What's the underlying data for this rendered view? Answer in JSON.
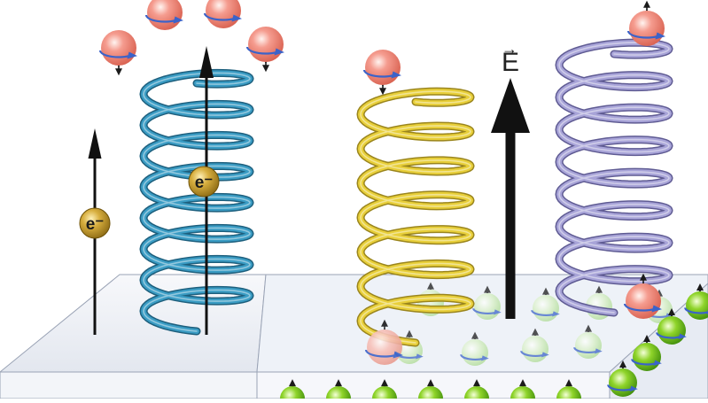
{
  "labels": {
    "electron_left": "e⁻",
    "electron_center": "e⁻",
    "field": "E",
    "field_vector_marker": "→"
  },
  "colors": {
    "helix_blue": "#3a9cc4",
    "helix_yellow": "#e8cf3a",
    "helix_purple": "#a8a4d8",
    "spin_ball": "#f08a7c",
    "electron_ball": "#c9a233",
    "substrate_ball": "#7cc21e",
    "spin_arrow": "#3b63c9",
    "platform_top": "#eef1f7",
    "platform_front": "#f6f7fb"
  },
  "icons": {
    "spin_up": "spin-up-icon",
    "spin_down": "spin-down-icon",
    "electron": "electron-icon",
    "field_arrow": "field-arrow-icon"
  }
}
